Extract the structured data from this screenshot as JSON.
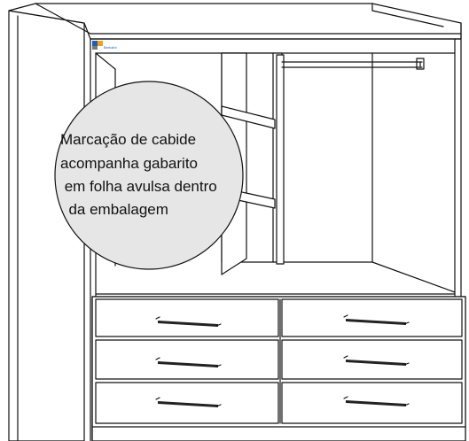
{
  "callout": {
    "lines": [
      "Marcação de cabide",
      "acompanha gabarito",
      " em folha avulsa dentro",
      "  da embalagem"
    ],
    "fill_color": "#e6e6e6",
    "stroke_color": "#111111"
  },
  "logo": {
    "text": "Bertolini",
    "colors": [
      "#1e5fb4",
      "#f0a020",
      "#7a7a7a"
    ]
  },
  "wardrobe": {
    "drawer_count": 6,
    "drawer_columns": 2,
    "drawer_rows": 3,
    "open_doors": 2,
    "shelves": 2
  }
}
